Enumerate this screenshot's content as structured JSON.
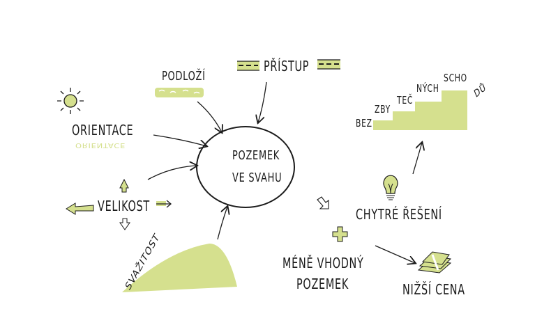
{
  "colors": {
    "accent": "#d5e08e",
    "ink": "#1b1b1b"
  },
  "central": {
    "line1": "POZEMEK",
    "line2": "VE SVAHU"
  },
  "factors": {
    "access": "PŘÍSTUP",
    "subsoil": "PODLOŽÍ",
    "orientation": "ORIENTACE",
    "size": "VELIKOST",
    "slope": "SVAŽITOST"
  },
  "outcomes": {
    "smart_solution": "CHYTRÉ ŘEŠENÍ",
    "less_suitable_line1": "MÉNĚ VHODNÝ",
    "less_suitable_line2": "POZEMEK",
    "lower_price": "NIŽŠÍ CENA"
  },
  "stairs": {
    "steps": [
      "BEZ",
      "ZBY",
      "TEČ",
      "NÝCH",
      "SCHO",
      "DŮ"
    ]
  },
  "icons": [
    "sun-icon",
    "lightbulb-icon",
    "money-stack-icon",
    "plus-icon",
    "road-icon",
    "ground-icon",
    "hill-icon"
  ]
}
